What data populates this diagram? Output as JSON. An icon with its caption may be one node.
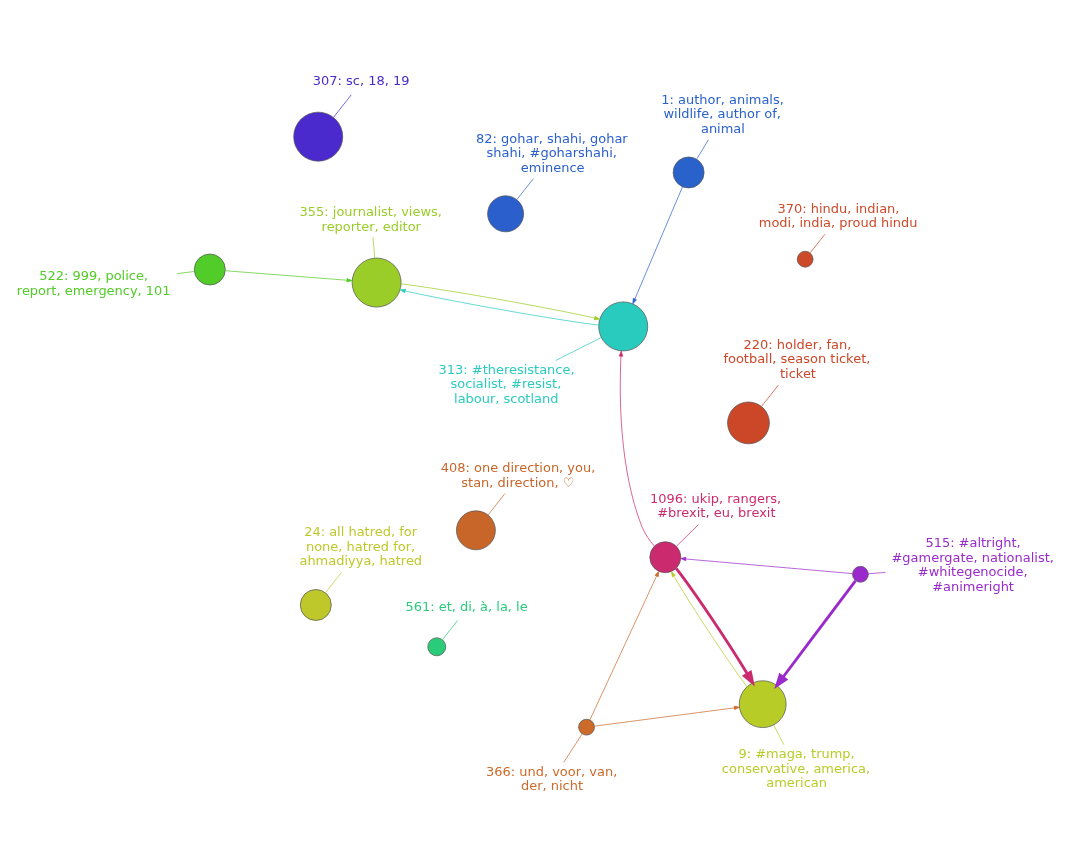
{
  "diagram": {
    "nodes": [
      {
        "text": [
          "408: one direction, you, stan, direction, ♡"
        ]
      },
      {
        "text": [],
        "shape": "circle"
      },
      {
        "text": [
          "355: journalist, views, reporter, editor"
        ]
      },
      {
        "text": [],
        "shape": "circle"
      },
      {
        "text": [
          "220: holder, fan, football, season ticket, ticket"
        ]
      },
      {
        "text": [],
        "shape": "circle"
      },
      {
        "text": [
          "366: und, voor, van, der, nicht"
        ]
      },
      {
        "text": [],
        "shape": "circle"
      },
      {
        "text": [
          "82: gohar, shahi, gohar shahi, #goharshahi, eminence"
        ]
      },
      {
        "text": [],
        "shape": "circle"
      },
      {
        "text": [
          "370: hindu, indian, modi, india, proud hindu"
        ]
      },
      {
        "text": [],
        "shape": "circle"
      },
      {
        "text": [
          "1096: ukip, rangers, #brexit, eu, brexit"
        ]
      },
      {
        "text": [],
        "shape": "circle"
      },
      {
        "text": [
          "1: author, animals, wildlife, author of, animal"
        ]
      },
      {
        "text": [],
        "shape": "circle"
      },
      {
        "text": [
          "313: #theresistance, socialist, #resist, labour, scotland"
        ]
      },
      {
        "text": [],
        "shape": "circle"
      },
      {
        "text": [
          "515: #altright, #gamergate, nationalist, #whitegenocide, #animeright"
        ]
      },
      {
        "text": [],
        "shape": "circle"
      },
      {
        "text": [
          "307: sc, 18, 19"
        ]
      },
      {
        "text": [],
        "shape": "circle"
      },
      {
        "text": [
          "9: #maga, trump, conservative, america, american"
        ]
      },
      {
        "text": [],
        "shape": "circle"
      },
      {
        "text": [
          "561: et, di, à, la, le"
        ]
      },
      {
        "text": [],
        "shape": "circle"
      },
      {
        "text": [
          "522: 999, police, report, emergency, 101"
        ]
      },
      {
        "text": [],
        "shape": "circle"
      },
      {
        "text": [
          "24: all hatred, for none, hatred for, ahmadiyya, hatred"
        ]
      },
      {
        "text": [],
        "shape": "circle"
      }
    ],
    "edges": [
      {
        "from": 0,
        "to": 1,
        "arrow": "none",
        "color": "#c8662a"
      },
      {
        "from": 2,
        "to": 3,
        "arrow": "none",
        "color": "#9acd28"
      },
      {
        "from": 4,
        "to": 5,
        "arrow": "none",
        "color": "#cc4628"
      },
      {
        "from": 6,
        "to": 7,
        "arrow": "none",
        "color": "#cc6a2a"
      },
      {
        "from": 8,
        "to": 9,
        "arrow": "none",
        "color": "#2a5fcc"
      },
      {
        "from": 10,
        "to": 11,
        "arrow": "none",
        "color": "#cc4a2a"
      },
      {
        "from": 12,
        "to": 13,
        "arrow": "none",
        "color": "#cc2a6e"
      },
      {
        "from": 14,
        "to": 15,
        "arrow": "none",
        "color": "#2a62cc"
      },
      {
        "from": 16,
        "to": 17,
        "arrow": "none",
        "color": "#2acbbf"
      },
      {
        "from": 18,
        "to": 19,
        "arrow": "none",
        "color": "#9a2acc"
      },
      {
        "from": 20,
        "to": 21,
        "arrow": "none",
        "color": "#4a2acc"
      },
      {
        "from": 22,
        "to": 23,
        "arrow": "none",
        "color": "#b8cc28"
      },
      {
        "from": 24,
        "to": 25,
        "arrow": "none",
        "color": "#2acc7a"
      },
      {
        "from": 26,
        "to": 27,
        "arrow": "none",
        "color": "#52cc28"
      },
      {
        "from": 28,
        "to": 29,
        "arrow": "none",
        "color": "#bec82a"
      },
      {
        "from": 13,
        "to": 23,
        "arrow": "to",
        "style": "thick",
        "color": "#cc2a6e"
      },
      {
        "from": 19,
        "to": 23,
        "arrow": "to",
        "style": "thick",
        "color": "#9a2acc"
      },
      {
        "from": 19,
        "to": 13,
        "arrow": "to",
        "color": "#9a2acc"
      },
      {
        "from": 7,
        "to": 23,
        "arrow": "to",
        "color": "#cc6a2a"
      },
      {
        "from": 7,
        "to": 13,
        "arrow": "to",
        "color": "#cc6a2a"
      },
      {
        "from": 27,
        "to": 3,
        "arrow": "to",
        "color": "#52cc28"
      },
      {
        "from": 17,
        "to": 3,
        "arrow": "to",
        "color": "#2acbbf"
      },
      {
        "from": 23,
        "to": 13,
        "arrow": "to",
        "color": "#b8cc28"
      },
      {
        "from": 3,
        "to": 17,
        "arrow": "to",
        "color": "#9acd28"
      },
      {
        "from": 13,
        "to": 17,
        "arrow": "to",
        "color": "#cc2a6e"
      },
      {
        "from": 15,
        "to": 17,
        "arrow": "to",
        "color": "#2a62cc"
      }
    ]
  }
}
